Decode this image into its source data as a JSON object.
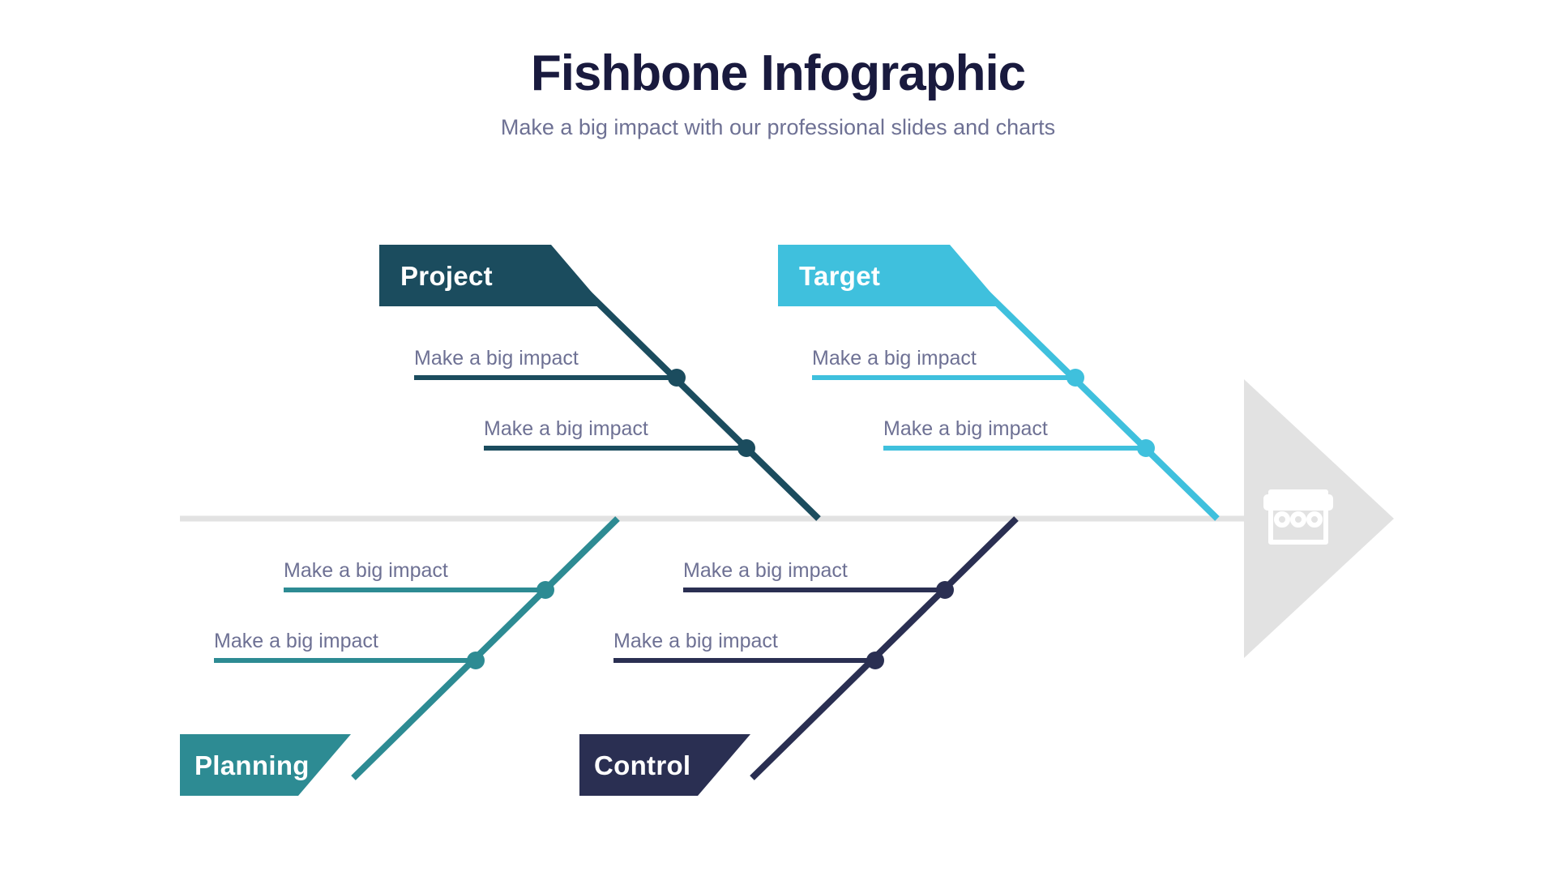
{
  "header": {
    "title": "Fishbone Infographic",
    "subtitle": "Make a big impact with our professional slides and charts"
  },
  "colors": {
    "title": "#191a3e",
    "subtitle": "#6e7194",
    "spine": "#e2e2e2",
    "arrow_head": "#e2e2e2",
    "arrow_icon": "#ffffff",
    "project": "#1b4c5e",
    "target": "#3fc0dd",
    "planning": "#2d8b93",
    "control": "#2a2f52",
    "branch_text": "#6e7194"
  },
  "chart_data": {
    "type": "diagram",
    "diagram_kind": "fishbone",
    "title": "Fishbone Infographic",
    "subtitle": "Make a big impact with our professional slides and charts",
    "spine_direction": "left-to-right",
    "head_icon": "archive-box-icon",
    "categories": [
      {
        "id": "project",
        "label": "Project",
        "position": "top",
        "color": "#1b4c5e",
        "branches": [
          {
            "label": "Make a big impact"
          },
          {
            "label": "Make a big impact"
          }
        ]
      },
      {
        "id": "target",
        "label": "Target",
        "position": "top",
        "color": "#3fc0dd",
        "branches": [
          {
            "label": "Make a big impact"
          },
          {
            "label": "Make a big impact"
          }
        ]
      },
      {
        "id": "planning",
        "label": "Planning",
        "position": "bottom",
        "color": "#2d8b93",
        "branches": [
          {
            "label": "Make a big impact"
          },
          {
            "label": "Make a big impact"
          }
        ]
      },
      {
        "id": "control",
        "label": "Control",
        "position": "bottom",
        "color": "#2a2f52",
        "branches": [
          {
            "label": "Make a big impact"
          },
          {
            "label": "Make a big impact"
          }
        ]
      }
    ]
  },
  "categories": {
    "project": {
      "label": "Project",
      "branch1": "Make a big impact",
      "branch2": "Make a big impact"
    },
    "target": {
      "label": "Target",
      "branch1": "Make a big impact",
      "branch2": "Make a big impact"
    },
    "planning": {
      "label": "Planning",
      "branch1": "Make a big impact",
      "branch2": "Make a big impact"
    },
    "control": {
      "label": "Control",
      "branch1": "Make a big impact",
      "branch2": "Make a big impact"
    }
  }
}
